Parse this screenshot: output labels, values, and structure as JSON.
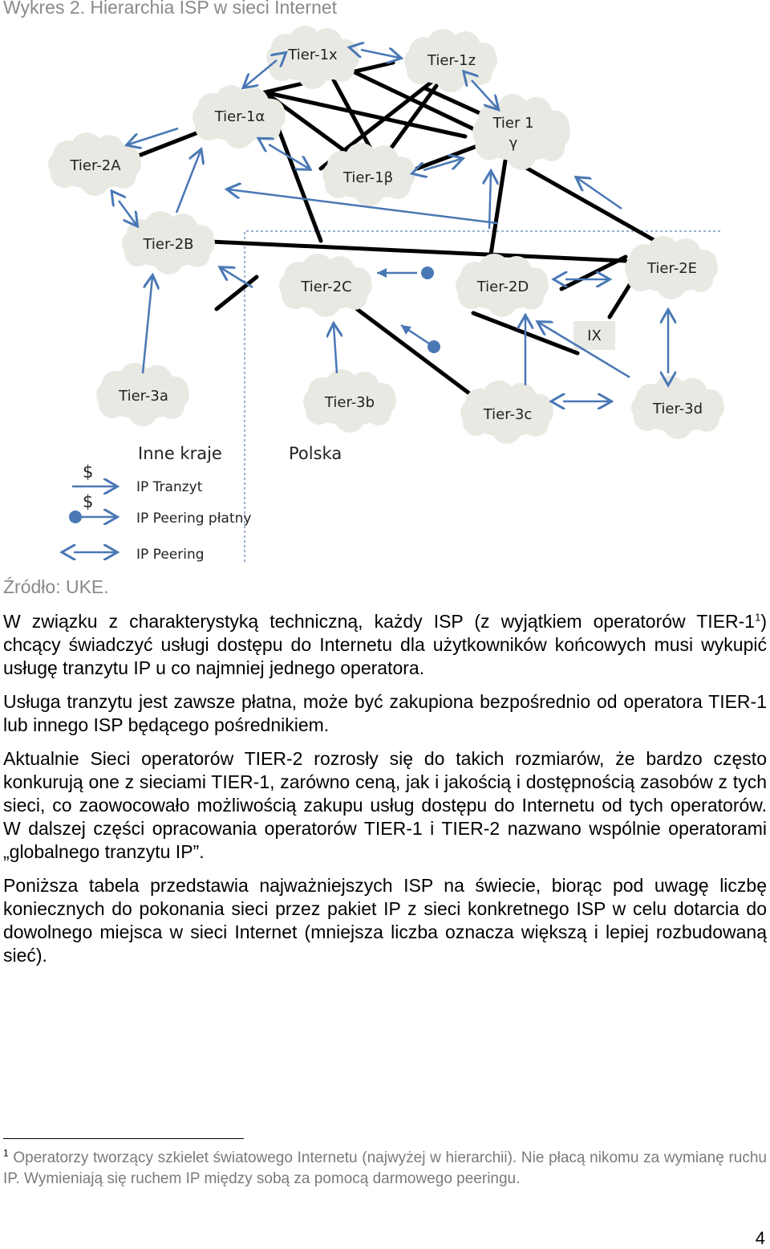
{
  "caption": "Wykres 2. Hierarchia ISP w sieci Internet",
  "diagram": {
    "nodes": {
      "tier1x": "Tier-1x",
      "tier1z": "Tier-1z",
      "tier1a": "Tier-1α",
      "tier1g_line1": "Tier 1",
      "tier1g_line2": "γ",
      "tier1b": "Tier-1β",
      "tier2a": "Tier-2A",
      "tier2b": "Tier-2B",
      "tier2c": "Tier-2C",
      "tier2d": "Tier-2D",
      "tier2e": "Tier-2E",
      "ix": "IX",
      "tier3a": "Tier-3a",
      "tier3b": "Tier-3b",
      "tier3c": "Tier-3c",
      "tier3d": "Tier-3d"
    },
    "region_other": "Inne kraje",
    "region_poland": "Polska",
    "legend": {
      "dollar1": "$",
      "dollar2": "$",
      "transit": "IP Tranzyt",
      "paid_peering": "IP Peering płatny",
      "peering": "IP Peering"
    },
    "colors": {
      "link": "#000000",
      "arrow": "#4a78b5",
      "cloud": "#e9e9e4",
      "dashed": "#7a96c4"
    }
  },
  "source": "Źródło: UKE.",
  "paragraph1_a": "W związku z charakterystyką techniczną, każdy ISP (z wyjątkiem operatorów TIER-1",
  "paragraph1_sup": "1",
  "paragraph1_b": ") chcący świadczyć usługi dostępu do Internetu dla użytkowników końcowych musi wykupić usługę tranzytu IP u co najmniej jednego operatora.",
  "paragraph2": "Usługa tranzytu jest zawsze płatna, może być zakupiona bezpośrednio od operatora TIER-1 lub innego ISP będącego pośrednikiem.",
  "paragraph3": "Aktualnie Sieci operatorów TIER-2 rozrosły się do takich rozmiarów, że bardzo często konkurują one z sieciami TIER-1, zarówno ceną, jak i jakością i dostępnością zasobów z tych sieci, co zaowocowało możliwością zakupu usług dostępu do Internetu od tych operatorów. W dalszej części opracowania operatorów TIER-1 i TIER-2 nazwano wspólnie operatorami „globalnego tranzytu IP”.",
  "paragraph4": "Poniższa tabela przedstawia najważniejszych ISP na świecie, biorąc pod uwagę liczbę koniecznych do pokonania sieci przez pakiet IP z sieci konkretnego ISP w celu dotarcia do dowolnego miejsca w sieci Internet (mniejsza liczba oznacza większą i lepiej rozbudowaną sieć).",
  "footnote_mark": "1",
  "footnote_text": " Operatorzy tworzący szkielet światowego Internetu (najwyżej w hierarchii). Nie płacą nikomu za wymianę ruchu IP. Wymieniają się ruchem IP między sobą za pomocą darmowego peeringu.",
  "page_number": "4"
}
